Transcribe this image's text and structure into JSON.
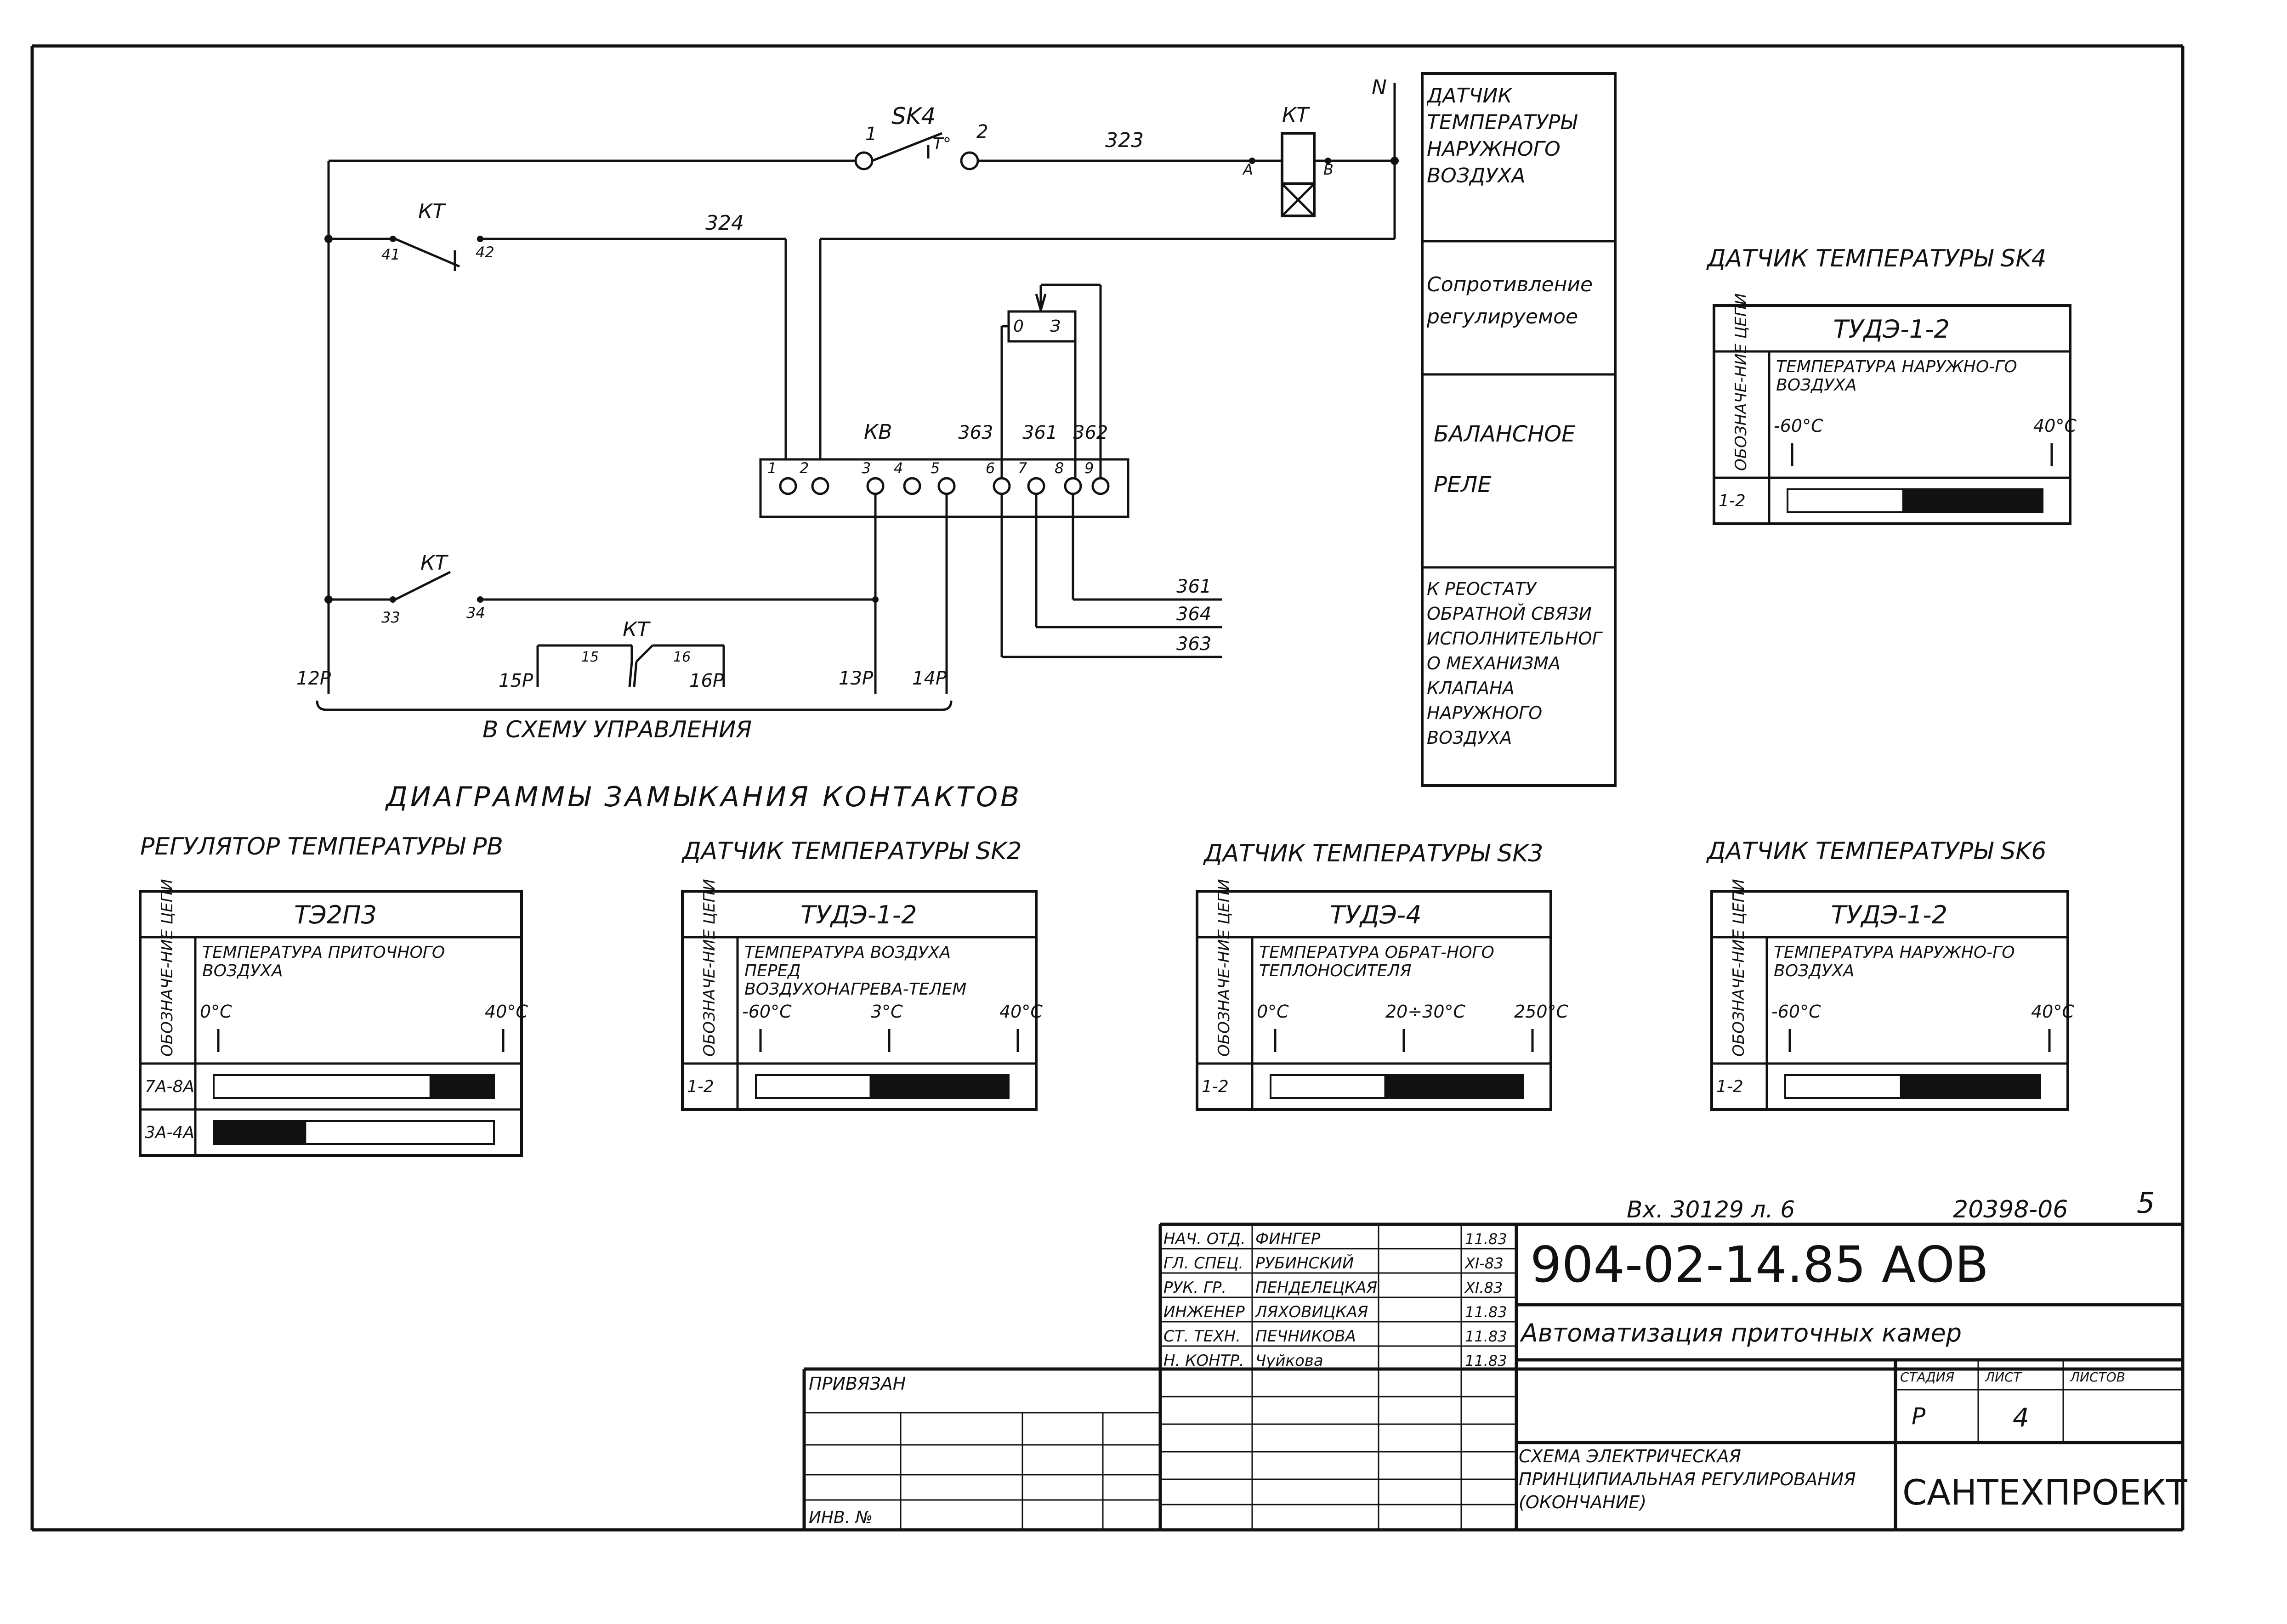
{
  "circuit": {
    "node_N": "N",
    "sk4_label": "SK4",
    "sk4_pin1": "1",
    "sk4_pin2": "2",
    "sk4_t": "T°",
    "wire_323": "323",
    "kt_top_label": "КТ",
    "kt_top_a": "А",
    "kt_top_b": "В",
    "kt_41_42_label": "КТ",
    "pin_41": "41",
    "pin_42": "42",
    "wire_324": "324",
    "kv_label": "КВ",
    "kv_pins": [
      "1",
      "2",
      "3",
      "4",
      "5",
      "6",
      "7",
      "8",
      "9"
    ],
    "wire_363_top": "363",
    "wire_361_top": "361",
    "wire_362_top": "362",
    "resistor_left": "0",
    "resistor_right": "З",
    "kt_33_34_label": "КТ",
    "pin_33": "33",
    "pin_34": "34",
    "kt_15_16_label": "КТ",
    "pin_15": "15",
    "pin_16": "16",
    "out_361": "361",
    "out_364": "364",
    "out_363": "363",
    "term_12p": "12Р",
    "term_15p": "15Р",
    "term_16p": "16Р",
    "term_13p": "13Р",
    "term_14p": "14Р",
    "to_control": "В  СХЕМУ УПРАВЛЕНИЯ"
  },
  "legend_column": [
    "ДАТЧИК ТЕМПЕРАТУРЫ НАРУЖНОГО ВОЗДУХА",
    "Сопротивление регулируемое",
    "БАЛАНСНОЕ РЕЛЕ",
    "К РЕОСТАТУ ОБРАТНОЙ СВЯЗИ ИСПОЛНИТЕЛЬНОГО МЕХАНИЗМА КЛАПАНА НАРУЖНОГО ВОЗДУХА"
  ],
  "diagrams_title": "ДИАГРАММЫ  ЗАМЫКАНИЯ  КОНТАКТОВ",
  "diagrams": [
    {
      "caption": "РЕГУЛЯТОР ТЕМПЕРАТУРЫ РВ",
      "device": "ТЭ2П3",
      "side_label": "ОБОЗНАЧЕ-НИЕ ЦЕПИ",
      "param_text": "ТЕМПЕРАТУРА ПРИТОЧНОГО ВОЗДУХА",
      "ticks": [
        "0°С",
        "40°С"
      ],
      "rows": [
        {
          "circuit": "7А-8А",
          "closed_from": 0.77,
          "closed_to": 1.0
        },
        {
          "circuit": "3А-4А",
          "closed_from": 0.0,
          "closed_to": 0.33
        }
      ]
    },
    {
      "caption": "ДАТЧИК ТЕМПЕРАТУРЫ SK2",
      "device": "ТУДЭ-1-2",
      "side_label": "ОБОЗНАЧЕ-НИЕ ЦЕПИ",
      "param_text": "ТЕМПЕРАТУРА ВОЗДУХА ПЕРЕД ВОЗДУХОНАГРЕВА-ТЕЛЕМ",
      "ticks": [
        "-60°С",
        "3°С",
        "40°С"
      ],
      "rows": [
        {
          "circuit": "1-2",
          "closed_from": 0.45,
          "closed_to": 1.0
        }
      ]
    },
    {
      "caption": "ДАТЧИК ТЕМПЕРАТУРЫ SK3",
      "device": "ТУДЭ-4",
      "side_label": "ОБОЗНАЧЕ-НИЕ ЦЕПИ",
      "param_text": "ТЕМПЕРАТУРА ОБРАТ-НОГО ТЕПЛОНОСИТЕЛЯ",
      "ticks": [
        "0°С",
        "20÷30°С",
        "250°С"
      ],
      "rows": [
        {
          "circuit": "1-2",
          "closed_from": 0.45,
          "closed_to": 1.0
        }
      ]
    },
    {
      "caption": "ДАТЧИК ТЕМПЕРАТУРЫ SK6",
      "device": "ТУДЭ-1-2",
      "side_label": "ОБОЗНАЧЕ-НИЕ ЦЕПИ",
      "param_text": "ТЕМПЕРАТУРА НАРУЖНО-ГО  ВОЗДУХА",
      "ticks": [
        "-60°С",
        "40°С"
      ],
      "rows": [
        {
          "circuit": "1-2",
          "closed_from": 0.45,
          "closed_to": 1.0
        }
      ]
    },
    {
      "caption": "ДАТЧИК ТЕМПЕРАТУРЫ SK4",
      "device": "ТУДЭ-1-2",
      "side_label": "ОБОЗНАЧЕ-НИЕ ЦЕПИ",
      "param_text": "ТЕМПЕРАТУРА НАРУЖНО-ГО ВОЗДУХА",
      "ticks": [
        "-60°С",
        "40°С"
      ],
      "rows": [
        {
          "circuit": "1-2",
          "closed_from": 0.45,
          "closed_to": 1.0
        }
      ]
    }
  ],
  "title_block": {
    "handwritten_ref": "Вх. 30129 л. 6",
    "inv_code": "20398-06",
    "page_no": "5",
    "doc_code": "904-02-14.85 АОВ",
    "project_title": "Автоматизация  приточных  камер",
    "sheet_title": "СХЕМА ЭЛЕКТРИЧЕСКАЯ ПРИНЦИПИАЛЬНАЯ РЕГУЛИРОВАНИЯ (ОКОНЧАНИЕ)",
    "org": "САНТЕХПРОЕКТ",
    "stage_label": "СТАДИЯ",
    "sheet_label": "ЛИСТ",
    "sheets_label": "ЛИСТОВ",
    "stage": "Р",
    "sheet": "4",
    "sheets": "",
    "bound_label": "ПРИВЯЗАН",
    "inv_label": "ИНВ. №",
    "signers": [
      {
        "role": "НАЧ. ОТД.",
        "name": "ФИНГЕР",
        "date": "11.83"
      },
      {
        "role": "ГЛ. СПЕЦ.",
        "name": "РУБИНСКИЙ",
        "date": "XI-83"
      },
      {
        "role": "РУК. ГР.",
        "name": "ПЕНДЕЛЕЦКАЯ",
        "date": "XI.83"
      },
      {
        "role": "ИНЖЕНЕР",
        "name": "ЛЯХОВИЦКАЯ",
        "date": "11.83"
      },
      {
        "role": "СТ. ТЕХН.",
        "name": "ПЕЧНИКОВА",
        "date": "11.83"
      },
      {
        "role": "Н. КОНТР.",
        "name": "Чуйкова",
        "date": "11.83"
      }
    ]
  }
}
